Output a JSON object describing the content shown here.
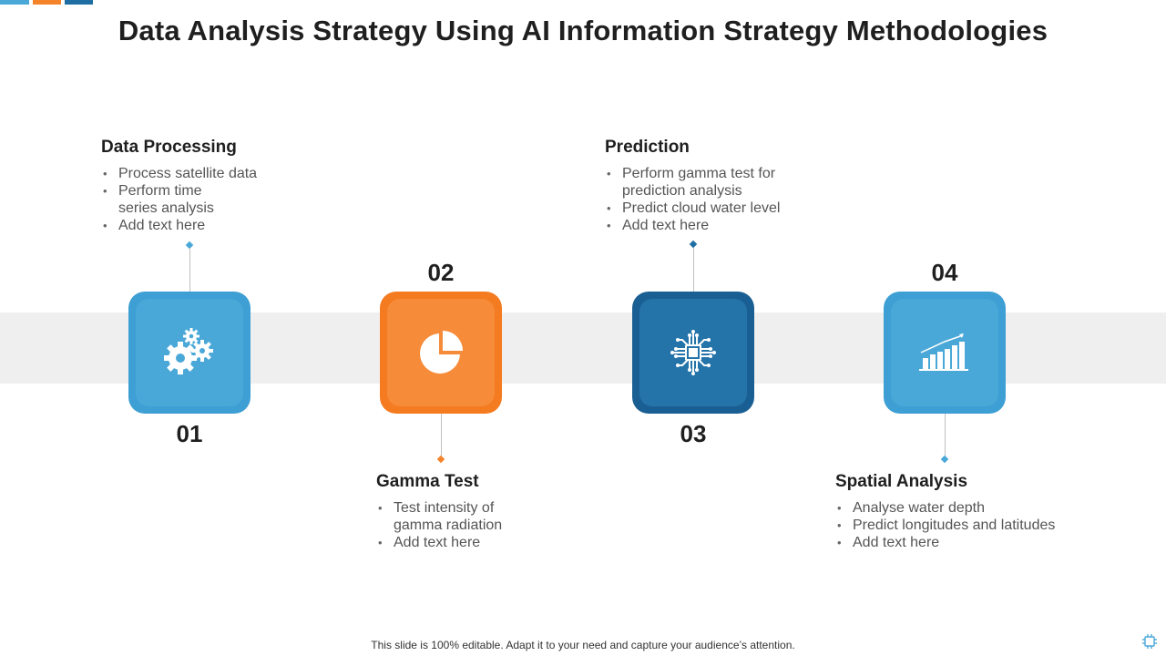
{
  "title": "Data Analysis Strategy Using AI Information Strategy Methodologies",
  "colors": {
    "light_blue": "#4aa8d8",
    "orange": "#f5832a",
    "dark_blue": "#1f6ea3",
    "band": "#efefef"
  },
  "steps": [
    {
      "number": "01",
      "heading": "Data Processing",
      "icon": "gears-icon",
      "bullets": [
        "Process satellite data",
        "Perform time series analysis",
        "Add text here"
      ]
    },
    {
      "number": "02",
      "heading": "Gamma Test",
      "icon": "pie-chart-icon",
      "bullets": [
        "Test intensity of gamma radiation",
        "Add text here"
      ]
    },
    {
      "number": "03",
      "heading": "Prediction",
      "icon": "ai-chip-icon",
      "bullets": [
        "Perform gamma test for prediction analysis",
        "Predict cloud water level",
        "Add text here"
      ]
    },
    {
      "number": "04",
      "heading": "Spatial Analysis",
      "icon": "growth-chart-icon",
      "bullets": [
        "Analyse water depth",
        "Predict longitudes and latitudes",
        "Add text here"
      ]
    }
  ],
  "footer": "This slide is 100% editable. Adapt it to your need and capture your audience’s attention."
}
